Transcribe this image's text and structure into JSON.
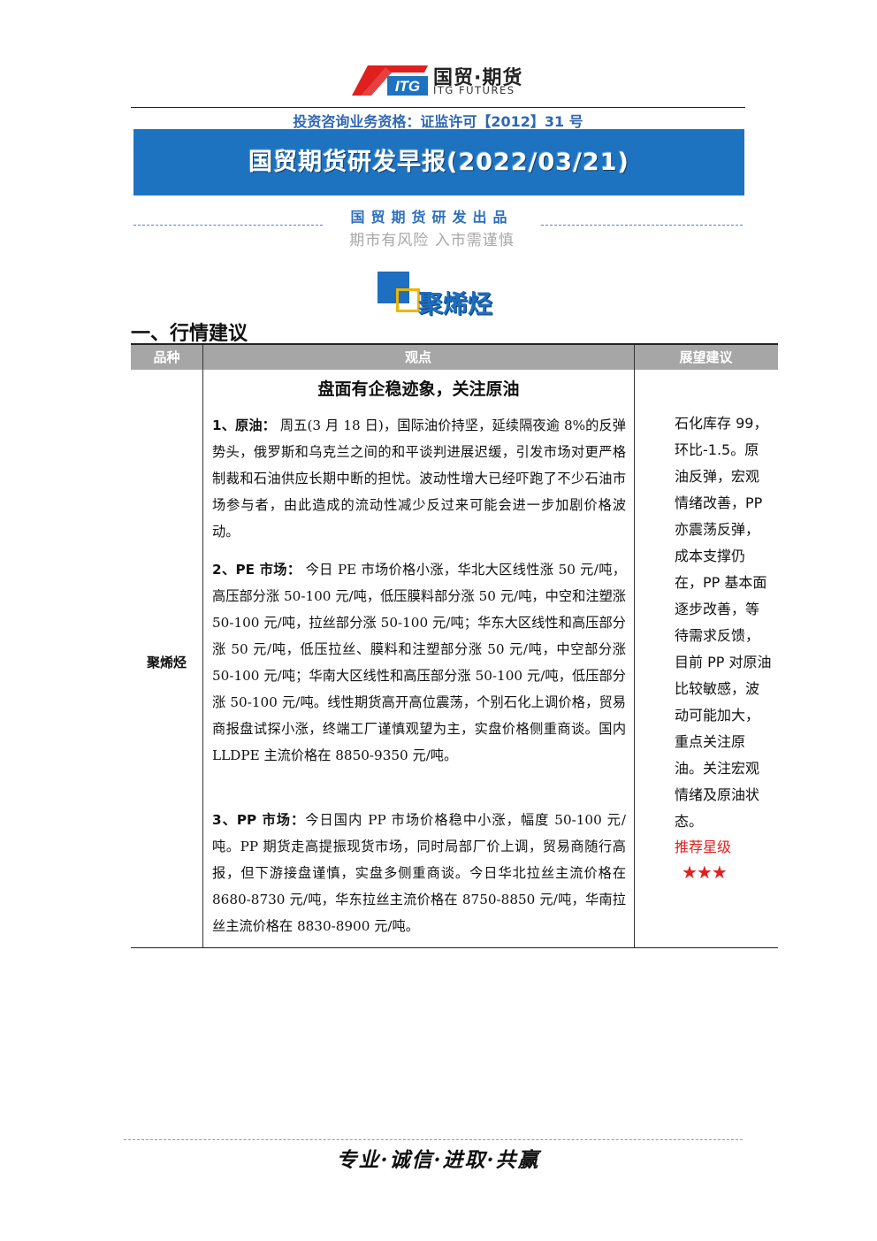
{
  "brand": {
    "name_cn": "国贸·期货",
    "name_en": "ITG FUTURES",
    "logo_text": "ITG",
    "colors": {
      "blue": "#1e73c0",
      "red": "#e02020",
      "yellow": "#f0b400"
    }
  },
  "header": {
    "license": "投资咨询业务资格：证监许可【2012】31 号",
    "report_title": "国贸期货研发早报(2022/03/21)",
    "producer": "国贸期货研发出品",
    "risk_notice": "期市有风险 入市需谨慎"
  },
  "section": {
    "title": "聚烯烃",
    "subsection": "一、行情建议"
  },
  "table": {
    "headers": {
      "variety": "品种",
      "view": "观点",
      "outlook": "展望建议"
    },
    "variety": "聚烯烃",
    "headline": "盘面有企稳迹象，关注原油",
    "paragraphs": [
      {
        "label": "1、原油：",
        "text": " 周五(3 月 18 日)，国际油价持坚，延续隔夜逾 8%的反弹势头，俄罗斯和乌克兰之间的和平谈判进展迟缓，引发市场对更严格制裁和石油供应长期中断的担忧。波动性增大已经吓跑了不少石油市场参与者，由此造成的流动性减少反过来可能会进一步加剧价格波动。"
      },
      {
        "label": "2、PE 市场：",
        "text": " 今日 PE 市场价格小涨，华北大区线性涨 50 元/吨，高压部分涨 50-100 元/吨，低压膜料部分涨 50 元/吨，中空和注塑涨 50-100 元/吨，拉丝部分涨 50-100 元/吨；华东大区线性和高压部分涨 50 元/吨，低压拉丝、膜料和注塑部分涨 50 元/吨，中空部分涨 50-100 元/吨；华南大区线性和高压部分涨 50-100 元/吨，低压部分涨 50-100 元/吨。线性期货高开高位震荡，个别石化上调价格，贸易商报盘试探小涨，终端工厂谨慎观望为主，实盘价格侧重商谈。国内 LLDPE 主流价格在 8850-9350 元/吨。"
      },
      {
        "label": "3、PP 市场：",
        "text": "今日国内 PP 市场价格稳中小涨，幅度 50-100 元/吨。PP 期货走高提振现货市场，同时局部厂价上调，贸易商随行高报，但下游接盘谨慎，实盘多侧重商谈。今日华北拉丝主流价格在 8680-8730 元/吨，华东拉丝主流价格在 8750-8850 元/吨，华南拉丝主流价格在 8830-8900 元/吨。"
      }
    ],
    "outlook": "石化库存 99，环比-1.5。原油反弹，宏观情绪改善，PP 亦震荡反弹，成本支撑仍在，PP 基本面逐步改善，等待需求反馈，目前 PP 对原油比较敏感，波动可能加大，重点关注原油。关注宏观情绪及原油状态。",
    "rating_label": "推荐星级",
    "rating_stars": "★★★",
    "rating_value": 3
  },
  "footer": {
    "slogan": "专业·诚信·进取·共赢"
  }
}
